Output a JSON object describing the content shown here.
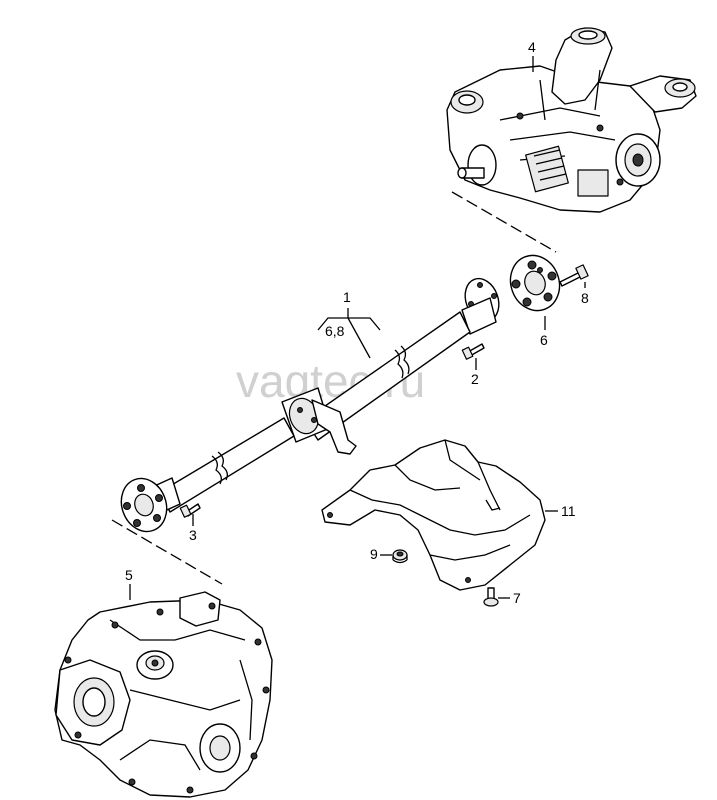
{
  "watermark": "vagtec.ru",
  "callouts": {
    "c1": "1",
    "c68": "6,8",
    "c2": "2",
    "c3": "3",
    "c4": "4",
    "c5": "5",
    "c6": "6",
    "c7": "7",
    "c8": "8",
    "c9": "9",
    "c11": "11"
  },
  "parts": {
    "propshaft": "propshaft-assembly",
    "rear_drive": "rear-final-drive",
    "gearbox": "gearbox",
    "heat_shield": "heat-shield",
    "flex_disc_front": "flex-disc-front",
    "flex_disc_rear": "flex-disc-rear"
  }
}
